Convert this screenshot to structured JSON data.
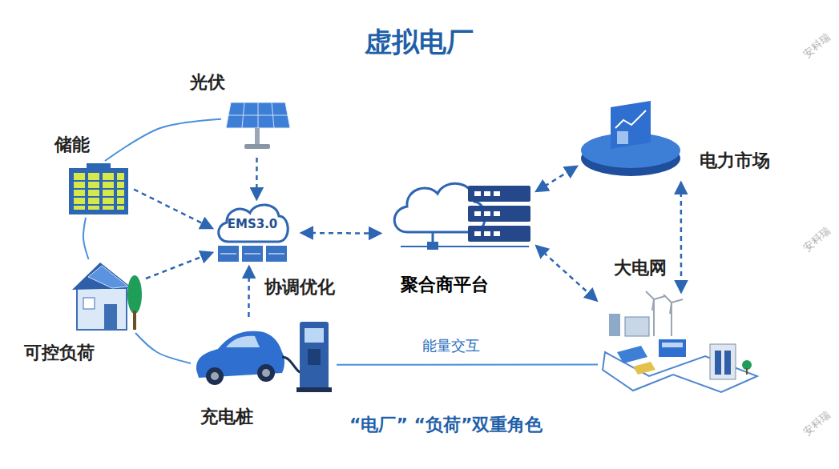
{
  "diagram": {
    "title": "虚拟电厂",
    "nodes": [
      {
        "text": [
          "光伏"
        ]
      },
      {
        "text": [
          "储能"
        ]
      },
      {
        "text": [
          "可控负荷"
        ]
      },
      {
        "text": [
          "充电桩"
        ]
      },
      {
        "text": [
          "EMS3.0",
          "协调优化"
        ]
      },
      {
        "text": [
          "聚合商平台"
        ]
      },
      {
        "text": [
          "电力市场"
        ]
      },
      {
        "text": [
          "大电网"
        ]
      }
    ],
    "edges": [
      {
        "from": 0,
        "to": 4,
        "arrow": "to"
      },
      {
        "from": 1,
        "to": 4,
        "arrow": "to"
      },
      {
        "from": 2,
        "to": 4,
        "arrow": "to"
      },
      {
        "from": 3,
        "to": 4,
        "arrow": "to"
      },
      {
        "from": 4,
        "to": 5,
        "arrow": "both"
      },
      {
        "from": 5,
        "to": 6,
        "arrow": "both"
      },
      {
        "from": 5,
        "to": 7,
        "arrow": "both"
      },
      {
        "from": 6,
        "to": 7,
        "arrow": "both"
      },
      {
        "from": 3,
        "to": 7,
        "label": "能量交互",
        "arrow": "none"
      },
      {
        "from": 0,
        "to": 1,
        "arrow": "none"
      },
      {
        "from": 1,
        "to": 2,
        "arrow": "none"
      },
      {
        "from": 2,
        "to": 3,
        "arrow": "none"
      }
    ],
    "labels": [
      "“电厂” “负荷”双重角色",
      "安科瑞",
      "安科瑞",
      "安科瑞"
    ]
  }
}
